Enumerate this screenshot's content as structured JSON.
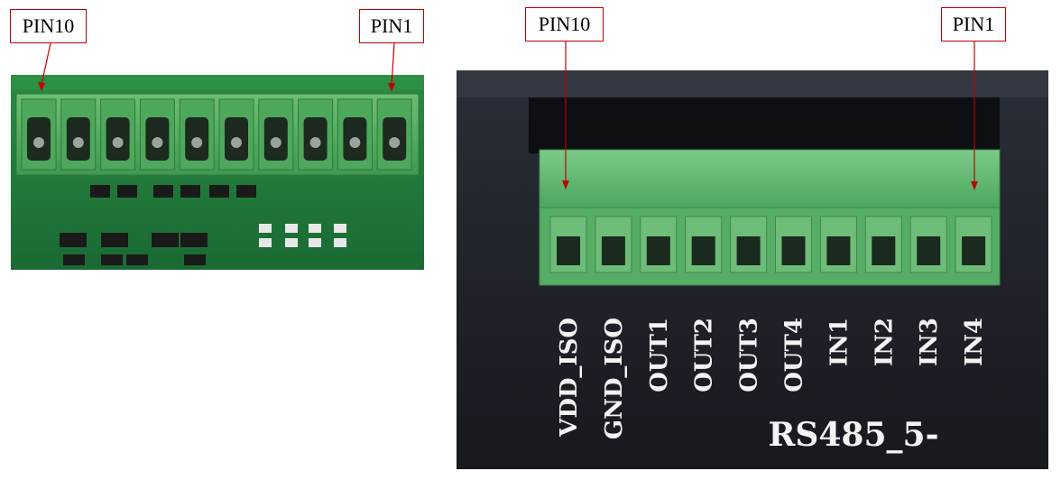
{
  "callouts": {
    "left_pin10": "PIN10",
    "left_pin1": "PIN1",
    "right_pin10": "PIN10",
    "right_pin1": "PIN1"
  },
  "terminal_labels": [
    "VDD_ISO",
    "GND_ISO",
    "OUT1",
    "OUT2",
    "OUT3",
    "OUT4",
    "IN1",
    "IN2",
    "IN3",
    "IN4"
  ],
  "device_label": "RS485_5-",
  "colors": {
    "callout_border": "#c00000",
    "arrow": "#c00000",
    "pcb_green": "#1f7a3a",
    "connector_green": "#5fb36d",
    "case_black": "#1c1f25",
    "label_white": "#f4f4f4"
  }
}
